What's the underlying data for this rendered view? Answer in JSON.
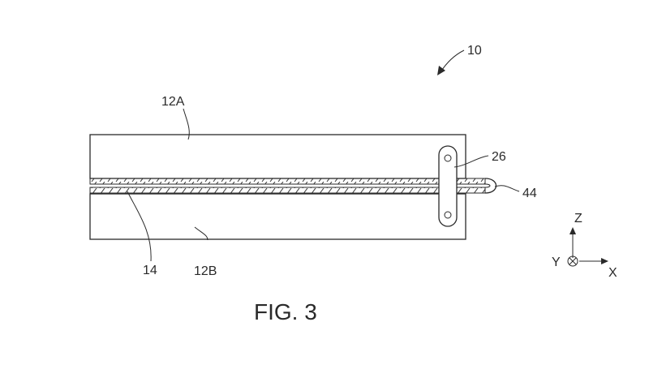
{
  "figure": {
    "caption": "FIG. 3",
    "labels": {
      "assembly": "10",
      "upper_block": "12A",
      "lower_block": "12B",
      "layer": "14",
      "clamp": "26",
      "loop": "44"
    },
    "axes": {
      "z": "Z",
      "y": "Y",
      "x": "X"
    }
  }
}
